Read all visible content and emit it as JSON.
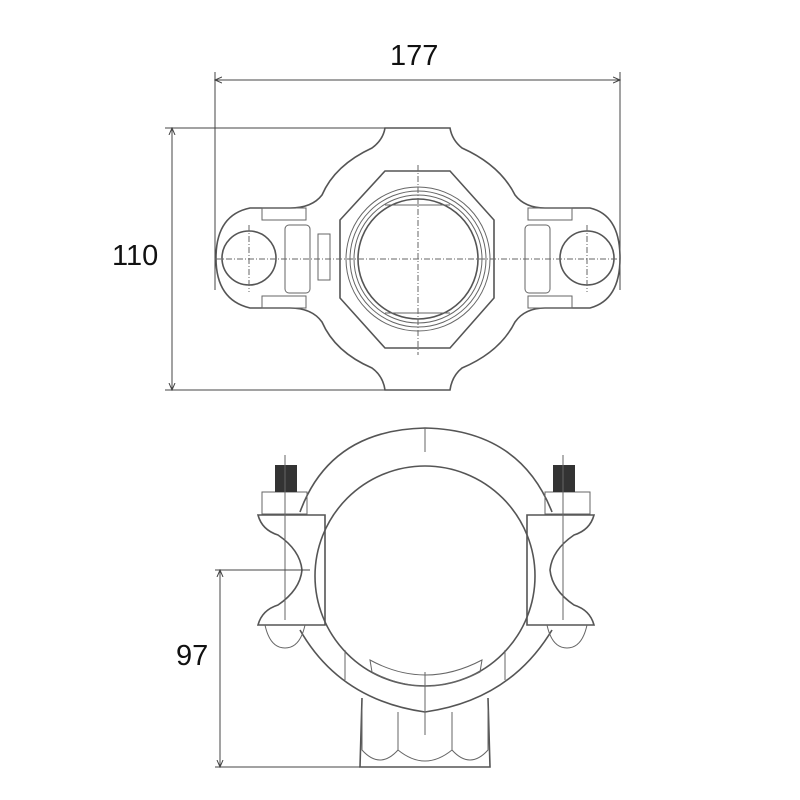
{
  "drawing": {
    "top_view": {
      "width_dimension": "177",
      "height_dimension": "110"
    },
    "front_view": {
      "height_dimension": "97"
    },
    "colors": {
      "line": "#555555",
      "background": "#ffffff"
    }
  }
}
